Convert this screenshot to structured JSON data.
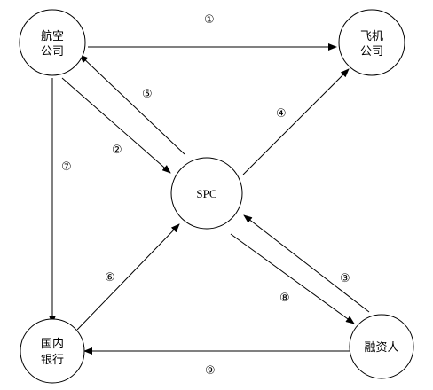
{
  "nodes": {
    "airline": {
      "line1": "航空",
      "line2": "公司"
    },
    "aircraft_company": {
      "line1": "飞机",
      "line2": "公司"
    },
    "spc": {
      "label": "SPC"
    },
    "domestic_bank": {
      "line1": "国内",
      "line2": "银行"
    },
    "lessor": {
      "label": "融资人"
    }
  },
  "steps": {
    "s1": "①",
    "s2": "②",
    "s3": "③",
    "s4": "④",
    "s5": "⑤",
    "s6": "⑥",
    "s7": "⑦",
    "s8": "⑧",
    "s9": "⑨"
  },
  "colors": {
    "stroke": "#000000",
    "background": "#ffffff"
  }
}
